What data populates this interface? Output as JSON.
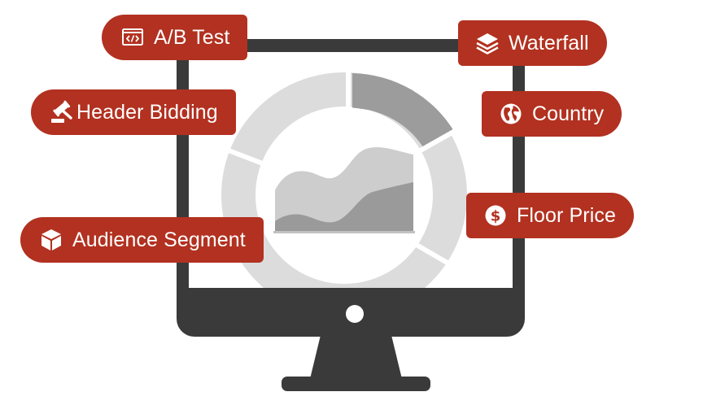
{
  "colors": {
    "tag": "#b23120",
    "monitor": "#3a3a3a",
    "donut_light": "#dcdcdc",
    "donut_dark": "#9c9c9c",
    "area_light": "#cdcdcd",
    "area_dark": "#9a9a9a"
  },
  "tags": {
    "ab_test": {
      "label": "A/B Test",
      "icon": "code-window-icon"
    },
    "header_bidding": {
      "label": "Header Bidding",
      "icon": "gavel-icon"
    },
    "audience_segment": {
      "label": "Audience Segment",
      "icon": "cube-icon"
    },
    "waterfall": {
      "label": "Waterfall",
      "icon": "layers-icon"
    },
    "country": {
      "label": "Country",
      "icon": "globe-icon"
    },
    "floor_price": {
      "label": "Floor Price",
      "icon": "dollar-coin-icon"
    }
  }
}
